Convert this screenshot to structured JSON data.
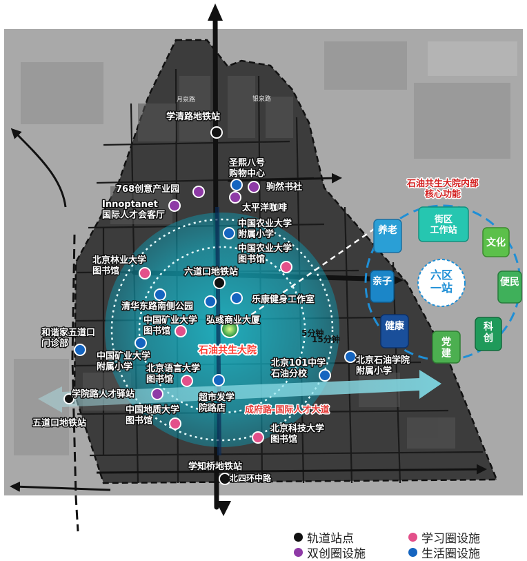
{
  "stations": [
    {
      "key": "xueqinglu",
      "label": "学清路地铁站"
    },
    {
      "key": "liudaokou",
      "label": "六道口地铁站"
    },
    {
      "key": "xueyuanlu",
      "label": "学院路人才驿站"
    },
    {
      "key": "wudaokou",
      "label": "五道口地铁站"
    },
    {
      "key": "xuezhiqiao",
      "label": "学知桥地铁站"
    }
  ],
  "poi_labels": {
    "shengxi": "圣熙八号\n购物中心",
    "juran": "驹然书社",
    "cy768": "768创意产业园",
    "innoptanet": "Innoptanet\n国际人才会客厅",
    "taipingyang": "太平洋咖啡",
    "caufs": "中国农业大学\n附属小学",
    "caulib": "中国农业大学\n图书馆",
    "bjfu": "北京林业大学\n图书馆",
    "tsinghuapark": "清华东路南侧公园",
    "lekang": "乐康健身工作室",
    "cumtlib": "中国矿业大学\n图书馆",
    "hongyu": "弘彧商业大厦",
    "hexie": "和谐家五道口\n门诊部",
    "cumtps": "中国矿业大学\n附属小学",
    "blculib": "北京语言大学\n图书馆",
    "b101": "北京101中学\n石油分校",
    "bpuc": "北京石油学院\n附属小学",
    "chaoshifa": "超市发学\n院路店",
    "cugblib": "中国地质大学\n图书馆",
    "ustblib": "北京科技大学\n图书馆",
    "shiyou": "石油共生大院"
  },
  "roads": {
    "yuequan": "月泉路",
    "yinquan": "银泉路",
    "chengfu": "成府路-国际人才大道",
    "north4th": "北四环中路"
  },
  "rings": {
    "five_min": "5分钟",
    "fifteen_min": "15分钟"
  },
  "core": {
    "title": "石油共生大院内部\n核心功能",
    "center": "六区\n一站",
    "items": [
      {
        "key": "yanglao",
        "label": "养老"
      },
      {
        "key": "jiequ",
        "label": "街区\n工作站"
      },
      {
        "key": "wenhua",
        "label": "文化"
      },
      {
        "key": "qinzi",
        "label": "亲子"
      },
      {
        "key": "bianmin",
        "label": "便民"
      },
      {
        "key": "jiankang",
        "label": "健康"
      },
      {
        "key": "kechuang",
        "label": "科\n创"
      },
      {
        "key": "dangjian",
        "label": "党\n建"
      }
    ]
  },
  "legend": {
    "rail": "轨道站点",
    "study": "学习圈设施",
    "innovation": "双创圈设施",
    "life": "生活圈设施"
  },
  "colors": {
    "rail": "#111111",
    "study": "#e3508a",
    "innovation": "#8e3aa6",
    "life": "#1565c0",
    "core_title": "#d32020",
    "cyan_circle": "#26c6da"
  }
}
